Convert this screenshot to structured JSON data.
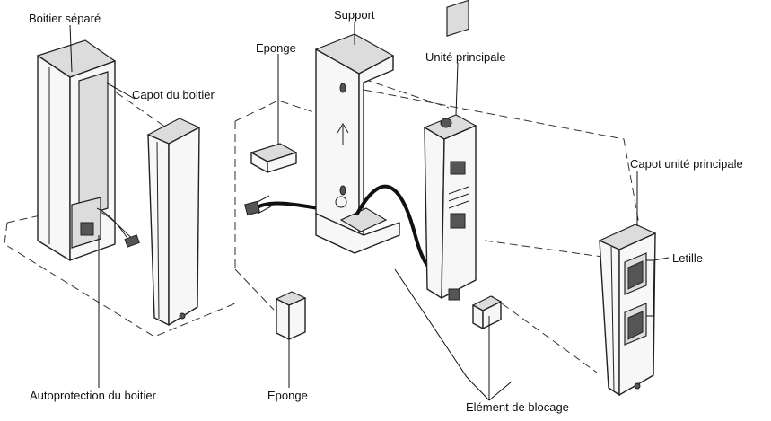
{
  "labels": {
    "boitier_separe": "Boitier séparé",
    "capot_boitier": "Capot du boitier",
    "autoprotection": "Autoprotection du boitier",
    "eponge_top": "Eponge",
    "eponge_bottom": "Eponge",
    "support": "Support",
    "unite_principale": "Unité principale",
    "capot_unite": "Capot unité principale",
    "letille": "Letille",
    "element_blocage": "Elément de blocage"
  }
}
